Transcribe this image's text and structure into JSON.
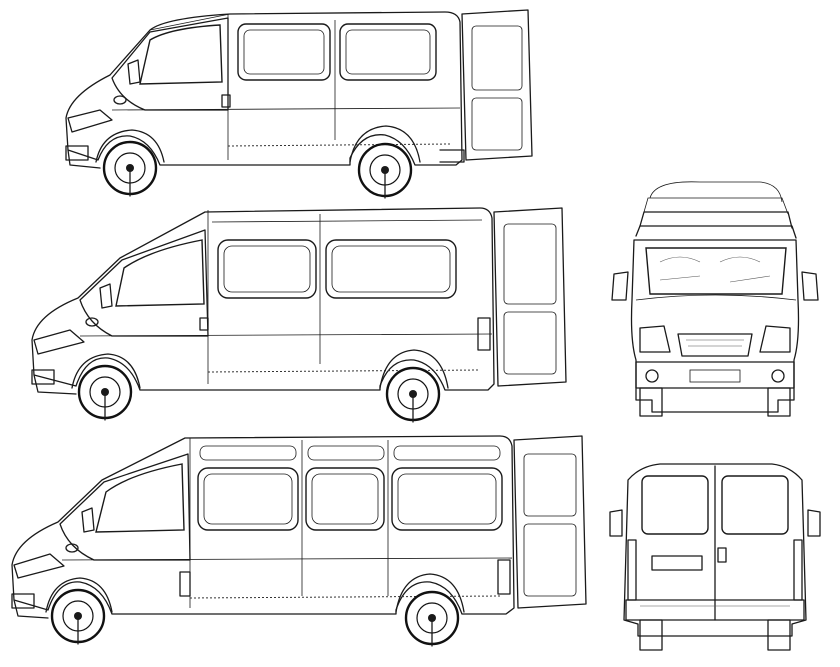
{
  "drawing": {
    "subject": "",
    "views": [
      {
        "id": "side-short",
        "kind": "side-elevation"
      },
      {
        "id": "side-medium",
        "kind": "side-elevation"
      },
      {
        "id": "side-long",
        "kind": "side-elevation"
      },
      {
        "id": "front",
        "kind": "front-elevation"
      },
      {
        "id": "rear",
        "kind": "rear-elevation"
      }
    ],
    "line_color": "#1a1a1a",
    "background_color": "#ffffff"
  }
}
